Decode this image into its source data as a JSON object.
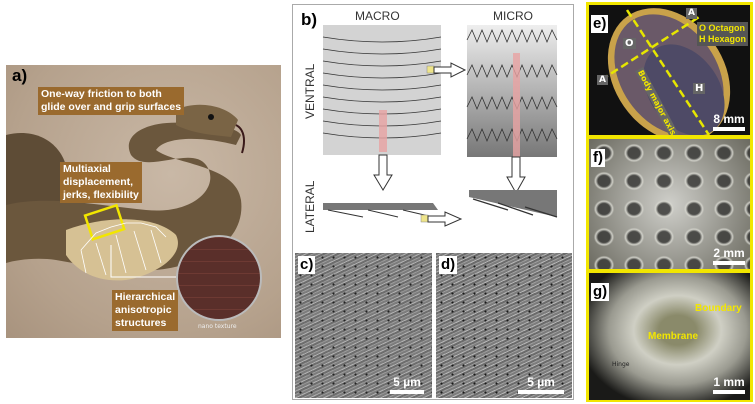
{
  "panel_a": {
    "label": "a)",
    "annotation_1": [
      "One-way friction to both",
      "glide over and grip surfaces"
    ],
    "annotation_2": [
      "Multiaxial",
      "displacement,",
      "jerks, flexibility"
    ],
    "annotation_3": [
      "Hierarchical",
      "anisotropic",
      "structures"
    ],
    "inset_caption": "nano texture",
    "highlight_color": "#f2e600",
    "label_box_color": "#9a6a2e"
  },
  "panel_b": {
    "label": "b)",
    "col_macro": "MACRO",
    "col_micro": "MICRO",
    "row_ventral": "VENTRAL",
    "row_lateral": "LATERAL"
  },
  "panel_c": {
    "label": "c)",
    "scale": "5 µm"
  },
  "panel_d": {
    "label": "d)",
    "scale": "5 µm"
  },
  "panel_e": {
    "label": "e)",
    "legend": [
      "O Octagon",
      "H Hexagon"
    ],
    "marker_o": "O",
    "marker_h": "H",
    "marker_a": "A",
    "axis_label": "Body major axis",
    "scale": "8 mm"
  },
  "panel_f": {
    "label": "f)",
    "scale": "2 mm"
  },
  "panel_g": {
    "label": "g)",
    "boundary": "Boundary",
    "membrane": "Membrane",
    "hinge": "Hinge",
    "scale": "1 mm"
  },
  "frame_color": "#f2e600"
}
